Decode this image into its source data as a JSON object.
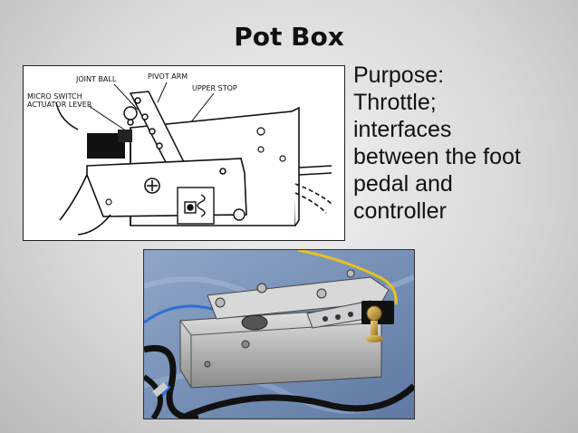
{
  "slide": {
    "title": "Pot Box",
    "body_lines": [
      "Purpose:",
      "Throttle;",
      "interfaces",
      "between the foot",
      "pedal and",
      "controller"
    ]
  },
  "diagram": {
    "labels": {
      "joint_ball": "JOINT BALL",
      "pivot_arm": "PIVOT ARM",
      "upper_stop": "UPPER STOP",
      "micro_switch": "MICRO SWITCH",
      "actuator_lever": "ACTUATOR LEVER"
    }
  },
  "photo": {
    "description_icon": "pot-box-photo"
  }
}
